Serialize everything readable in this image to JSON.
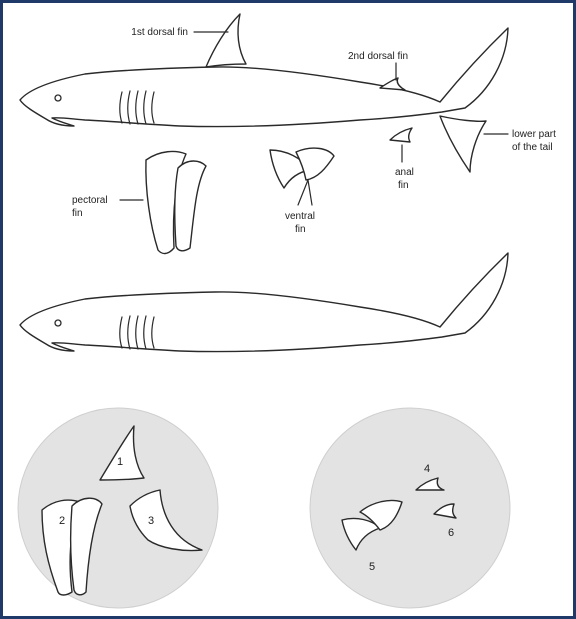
{
  "labels": {
    "dorsal1": "1st dorsal fin",
    "dorsal2": "2nd dorsal fin",
    "tail_line1": "lower part",
    "tail_line2": "of the tail",
    "anal_line1": "anal",
    "anal_line2": "fin",
    "pectoral_line1": "pectoral",
    "pectoral_line2": "fin",
    "ventral_line1": "ventral",
    "ventral_line2": "fin"
  },
  "fin_numbers": [
    "1",
    "2",
    "3",
    "4",
    "5",
    "6"
  ],
  "colors": {
    "frame": "#1f3a68",
    "outline": "#2a2a2a",
    "circle_fill": "#e3e3e3"
  }
}
